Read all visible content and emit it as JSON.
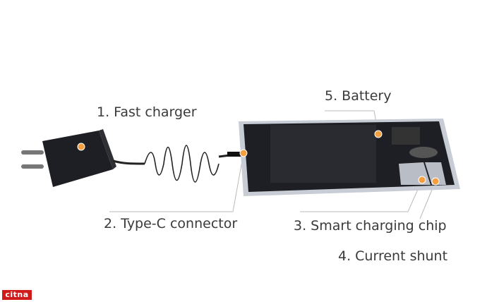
{
  "labels": {
    "fast_charger": "1. Fast charger",
    "type_c": "2. Type-C connector",
    "smart_chip": "3. Smart charging chip",
    "current_shunt": "4. Current shunt",
    "battery": "5. Battery"
  },
  "watermark": "citna",
  "colors": {
    "marker": "#f5a040",
    "device": "#1e1f24",
    "text": "#3a3a3a",
    "watermark": "#d11a1a"
  }
}
